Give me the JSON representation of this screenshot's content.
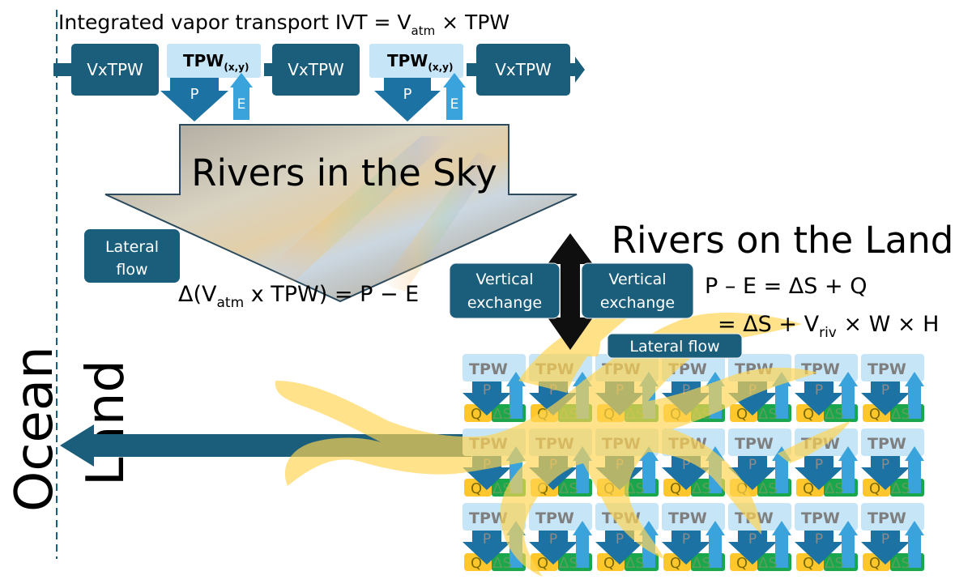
{
  "title": {
    "prefix": "Integrated vapor transport IVT = ",
    "v": "V",
    "v_sub": "atm",
    "suffix": " × TPW"
  },
  "flow_chain": {
    "block_label": "VxTPW",
    "tpw_main": "TPW",
    "tpw_sub": "(x,y)",
    "p_label": "P",
    "e_label": "E"
  },
  "sky": {
    "label": "Rivers in the Sky"
  },
  "land": {
    "label": "Rivers on the Land"
  },
  "boxes": {
    "lateral_left": [
      "Lateral",
      "flow"
    ],
    "vertical_left": [
      "Vertical",
      "exchange"
    ],
    "vertical_right": [
      "Vertical",
      "exchange"
    ],
    "lateral_right": "Lateral flow"
  },
  "equations": {
    "left": {
      "a": "Δ(V",
      "sub": "atm",
      "b": " x TPW) = P − E"
    },
    "right1": "P – E = ΔS + Q",
    "right2": {
      "a": "= ΔS + V",
      "sub": "riv",
      "b": " × W ×  H"
    }
  },
  "side_labels": {
    "ocean": "Ocean",
    "land": "Land"
  },
  "grid": {
    "rows": 3,
    "cols": 7,
    "cell": {
      "tpw": "TPW",
      "p": "P",
      "q": "Q",
      "ds": "ΔS"
    }
  },
  "colors": {
    "dark_blue": "#1b5e7c",
    "light_blue": "#c6e6f7",
    "mid_blue": "#3ba3dc",
    "yellow": "#ffc72c",
    "green": "#1aa64a",
    "river_yellow": "#ffd451"
  }
}
